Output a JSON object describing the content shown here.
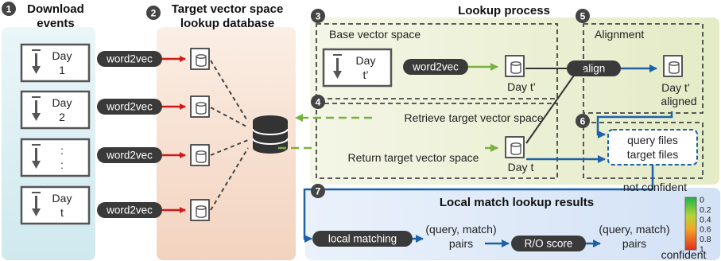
{
  "section_titles": {
    "download_line1": "Download",
    "download_line2": "events",
    "target_line1": "Target vector space",
    "target_line2": "lookup database",
    "lookup_process": "Lookup process",
    "local_match_results": "Local match lookup results"
  },
  "step_numbers": [
    "1",
    "2",
    "3",
    "4",
    "5",
    "6",
    "7"
  ],
  "subbox_labels": {
    "base_vector_space": "Base vector space",
    "alignment": "Alignment"
  },
  "download_events": [
    {
      "line1": "Day",
      "line2": "1"
    },
    {
      "line1": "Day",
      "line2": "2"
    },
    {
      "line1": ":",
      "line2": ":"
    },
    {
      "line1": "Day",
      "line2": "t"
    }
  ],
  "pills": {
    "word2vec": "word2vec",
    "align": "align",
    "local_matching": "local matching",
    "ro_score": "R/O score"
  },
  "base_event": {
    "line1": "Day",
    "line2": "t’"
  },
  "vector_labels": {
    "day_t_prime": "Day t’",
    "day_t": "Day t",
    "aligned_line1": "Day t’",
    "aligned_line2": "aligned"
  },
  "arrows": {
    "retrieve": "Retrieve target vector space",
    "return": "Return target vector space"
  },
  "query_box": {
    "line1": "query files",
    "line2": "target files"
  },
  "pairs": {
    "line1": "(query, match)",
    "line2": "pairs"
  },
  "colorbar": {
    "top_label": "not confident",
    "bottom_label": "confident",
    "ticks": [
      "0",
      "0.2",
      "0.4",
      "0.6",
      "0.8",
      "1"
    ]
  },
  "colors": {
    "download_bg": "#d9eef3",
    "target_bg": "#f7dccc",
    "lookup_bg": "#e9efcf",
    "results_bg": "#dde8f8",
    "pill": "#3a3a3a",
    "arrow_red": "#d01818",
    "arrow_green": "#7ab040",
    "arrow_blue": "#1d62a8"
  }
}
